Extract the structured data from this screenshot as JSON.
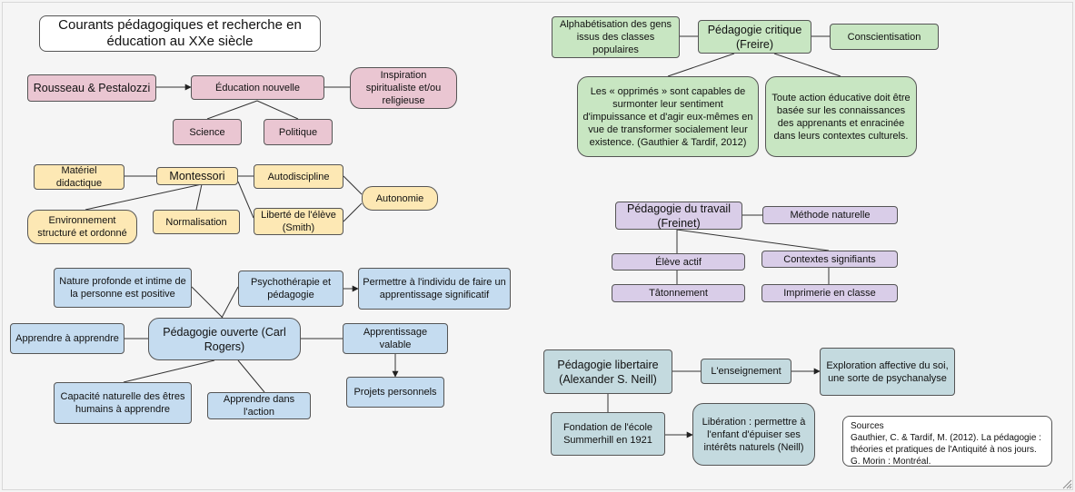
{
  "title": "Courants pédagogiques et recherche en éducation au XXe siècle",
  "nodes": {
    "rousseau": "Rousseau & Pestalozzi",
    "education_nouvelle": "Éducation nouvelle",
    "inspiration": "Inspiration spiritualiste et/ou religieuse",
    "science": "Science",
    "politique": "Politique",
    "materiel": "Matériel didactique",
    "montessori": "Montessori",
    "autodiscipline": "Autodiscipline",
    "autonomie": "Autonomie",
    "environnement": "Environnement structuré et ordonné",
    "normalisation": "Normalisation",
    "liberte_eleve": "Liberté de l'élève (Smith)",
    "nature_profonde": "Nature profonde et intime de la personne est positive",
    "psychotherapie": "Psychothérapie et pédagogie",
    "permettre": "Permettre à l'individu de faire un apprentissage significatif",
    "apprendre_apprendre": "Apprendre à apprendre",
    "rogers": "Pédagogie ouverte (Carl Rogers)",
    "apprentissage_valable": "Apprentissage valable",
    "projets": "Projets personnels",
    "capacite": "Capacité naturelle des êtres humains à apprendre",
    "apprendre_action": "Apprendre dans l'action",
    "alphabetisation": "Alphabétisation des gens issus des classes populaires",
    "freire": "Pédagogie critique (Freire)",
    "conscientisation": "Conscientisation",
    "opprimes": "Les « opprimés » sont capables de surmonter leur sentiment d'impuissance et d'agir eux-mêmes en vue de transformer socialement leur existence. (Gauthier & Tardif, 2012)",
    "toute_action": "Toute action éducative doit être basée sur les connaissances des apprenants et enracinée dans leurs contextes culturels.",
    "freinet": "Pédagogie du travail (Freinet)",
    "methode_naturelle": "Méthode naturelle",
    "eleve_actif": "Élève actif",
    "contextes": "Contextes signifiants",
    "tatonnement": "Tâtonnement",
    "imprimerie": "Imprimerie en classe",
    "libertaire": "Pédagogie libertaire (Alexander S. Neill)",
    "enseignement": "L'enseignement",
    "exploration": "Exploration affective du soi, une sorte de psychanalyse",
    "summerhill": "Fondation de l'école Summerhill en 1921",
    "liberation": "Libération : permettre à l'enfant d'épuiser ses intérêts naturels (Neill)"
  },
  "sources": {
    "heading": "Sources",
    "text": "Gauthier, C. & Tardif, M. (2012). La pédagogie : théories et pratiques de l'Antiquité à nos jours. G. Morin : Montréal."
  },
  "colors": {
    "pink": "#eac6d2",
    "yellow": "#fde8b4",
    "blue": "#c5dcf0",
    "green": "#c8e6c2",
    "purple": "#d9cde8",
    "teal": "#c4dadf",
    "line": "#333333"
  }
}
